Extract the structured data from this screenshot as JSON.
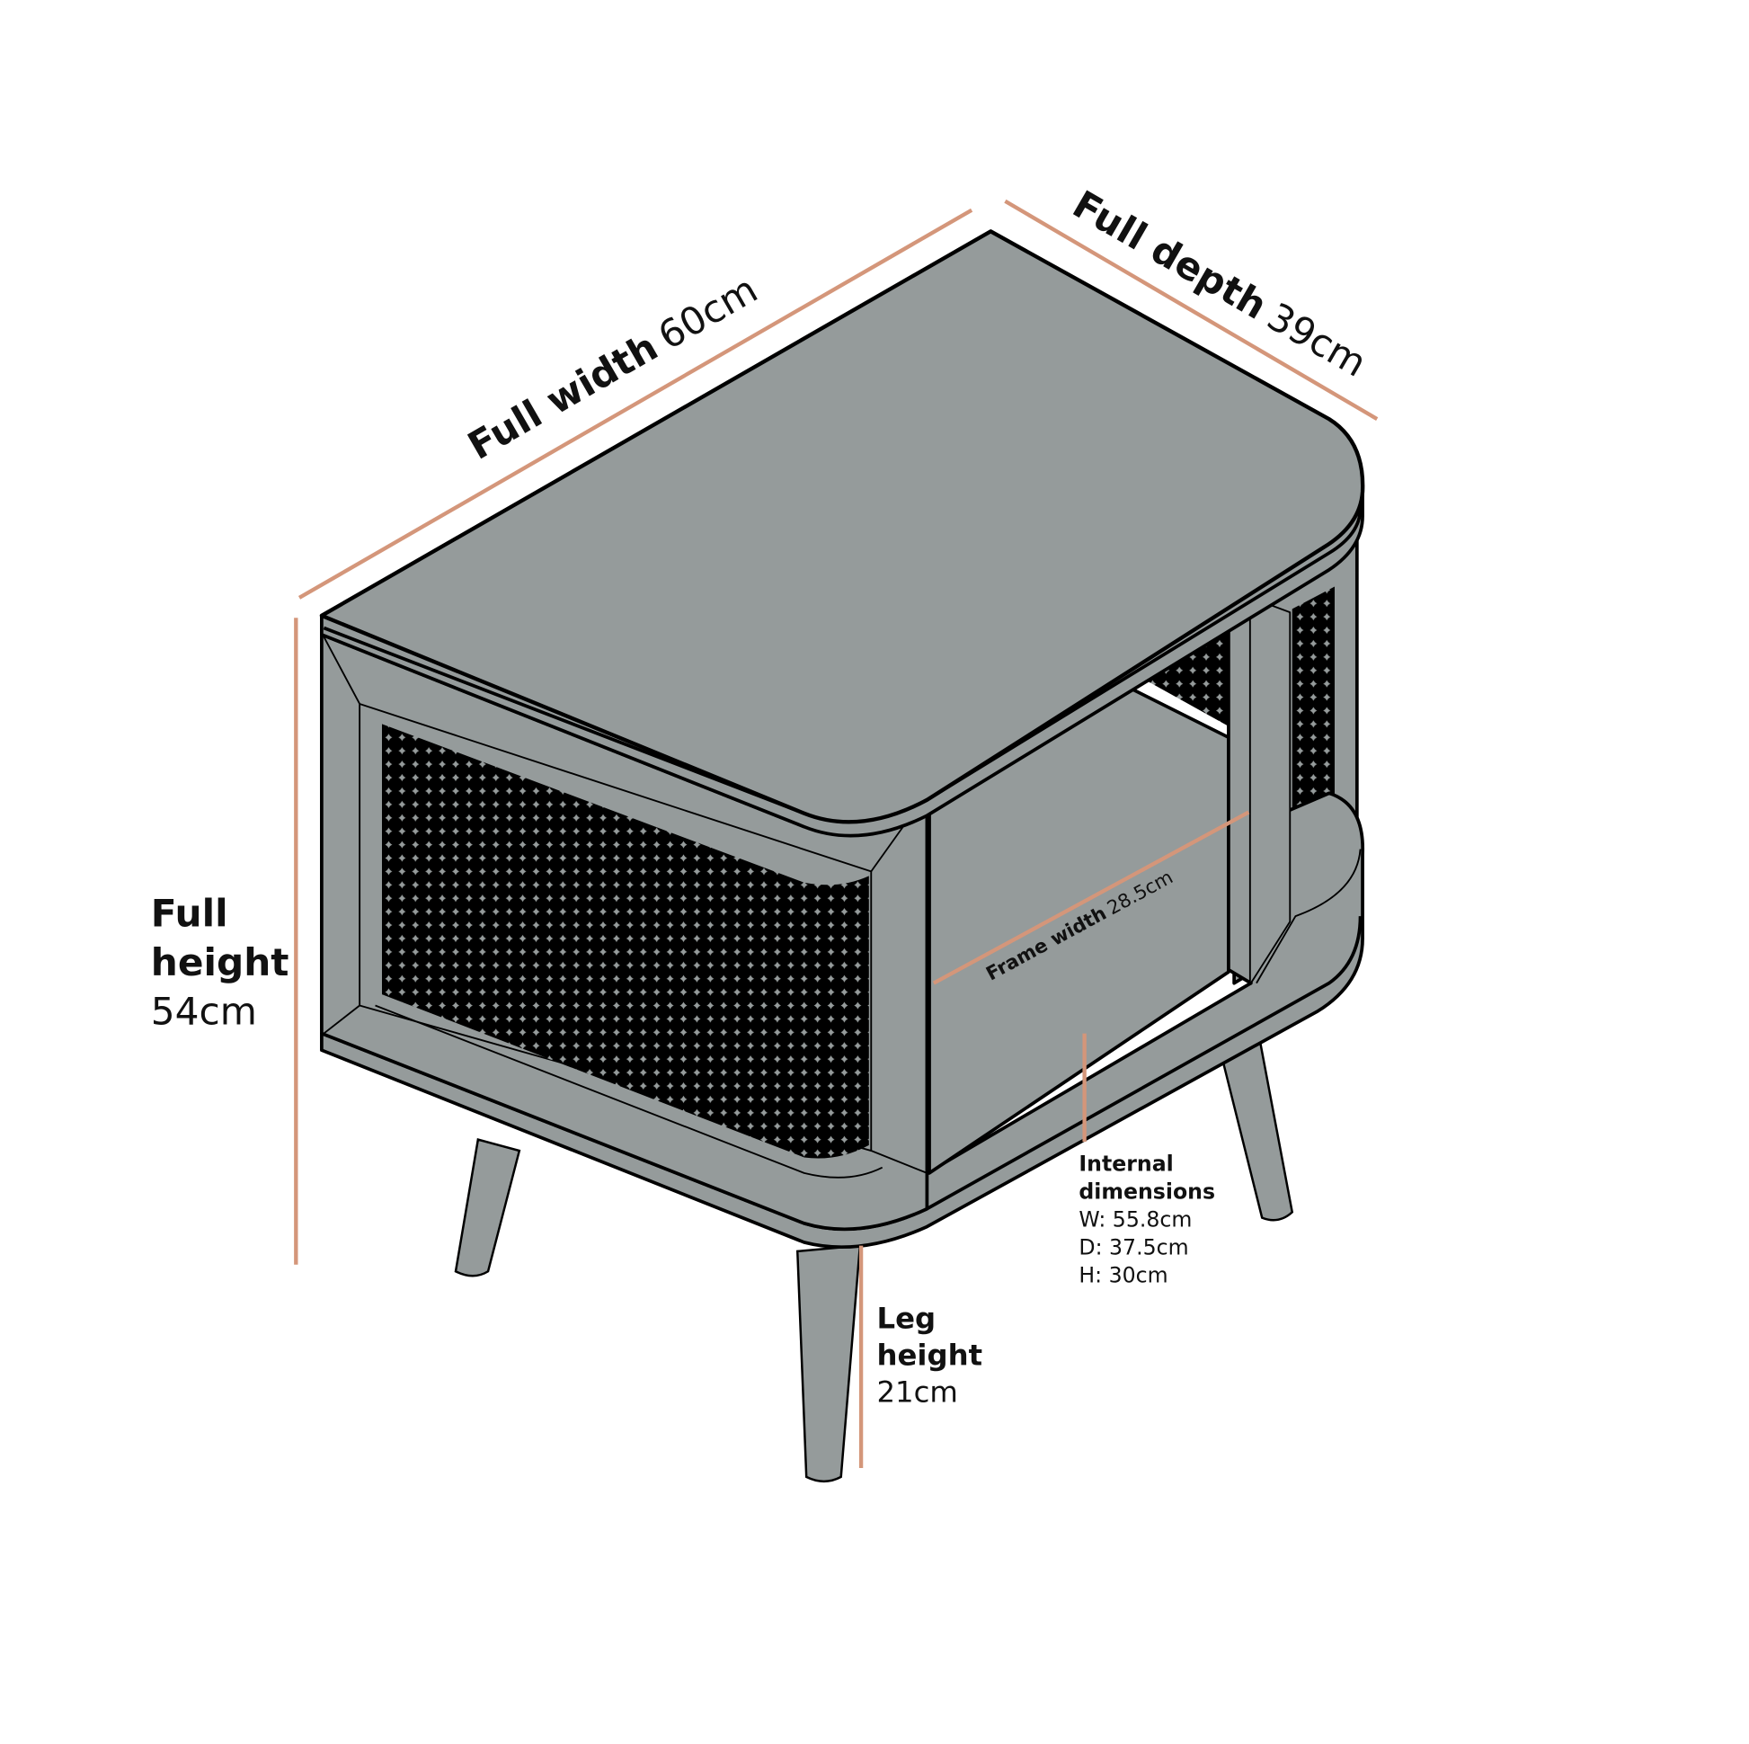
{
  "diagram": {
    "subject": "Side table / bedside cabinet with mesh side panels and tapered legs",
    "colors": {
      "body": "#959b9b",
      "outline": "#000000",
      "dimension_line": "#d4967a",
      "mesh": "#000000",
      "background": "#ffffff",
      "text": "#111111"
    }
  },
  "dimensions": {
    "full_width": {
      "label": "Full width",
      "value": "60cm"
    },
    "full_depth": {
      "label": "Full depth",
      "value": "39cm"
    },
    "full_height": {
      "label_line1": "Full",
      "label_line2": "height",
      "value": "54cm"
    },
    "frame_width": {
      "label": "Frame width",
      "value": "28.5cm"
    },
    "leg_height": {
      "label_line1": "Leg",
      "label_line2": "height",
      "value": "21cm"
    },
    "internal": {
      "label_line1": "Internal",
      "label_line2": "dimensions",
      "w": "W: 55.8cm",
      "d": "D: 37.5cm",
      "h": "H: 30cm"
    }
  }
}
